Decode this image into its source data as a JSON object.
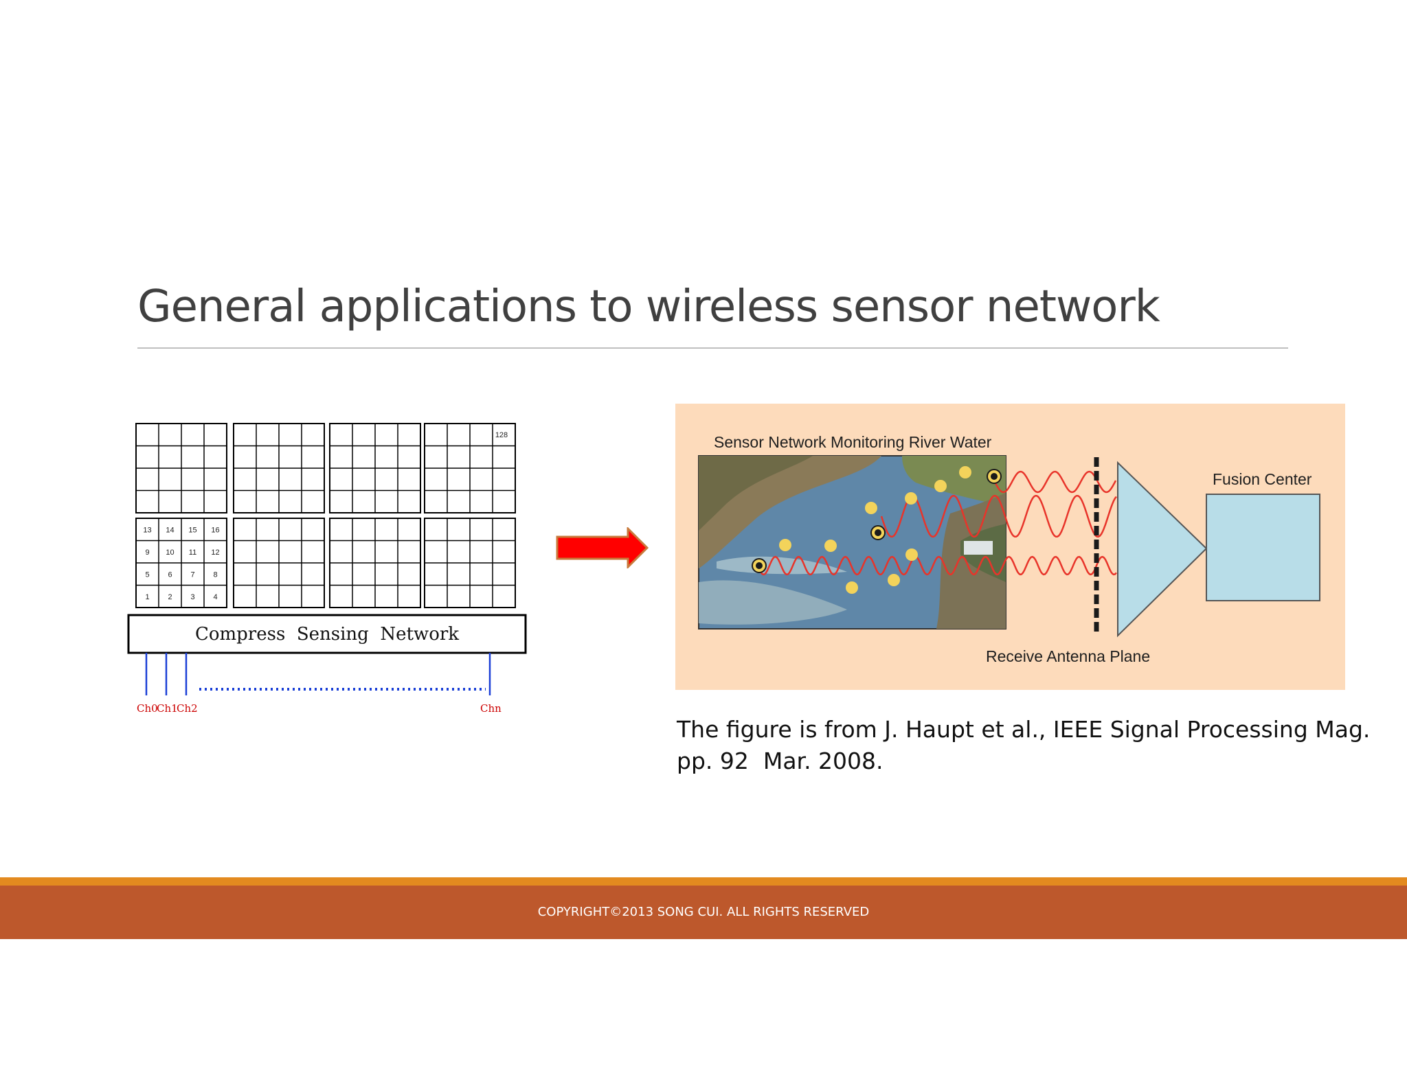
{
  "slide": {
    "title": "General applications to wireless sensor network",
    "caption_line1": "The figure is from J. Haupt et al., IEEE Signal Processing Mag.",
    "caption_line2": "pp. 92  Mar. 2008."
  },
  "left_diagram": {
    "network_label": "Compress  Sensing  Network",
    "top_right_cell": "128",
    "cell_numbers": [
      [
        "13",
        "14",
        "15",
        "16"
      ],
      [
        "9",
        "10",
        "11",
        "12"
      ],
      [
        "5",
        "6",
        "7",
        "8"
      ],
      [
        "1",
        "2",
        "3",
        "4"
      ]
    ],
    "channels": [
      "Ch0",
      "Ch1",
      "Ch2",
      "Chn"
    ],
    "channel_color": "#1a3fd6",
    "channel_label_color": "#cc0000"
  },
  "arrow": {
    "color": "#ff0000",
    "outline": "#c87a3c"
  },
  "figure": {
    "background": "#fddbbb",
    "heading": "Sensor Network Monitoring River Water",
    "fusion_label": "Fusion Center",
    "antenna_label": "Receive Antenna Plane",
    "antenna_color": "#b8dde8",
    "wave_color": "#e8342a",
    "sensor_color": "#f3d35b"
  },
  "footer": {
    "text": "COPYRIGHT©2013 SONG CUI. ALL RIGHTS RESERVED",
    "accent_color": "#e38a1f",
    "band_color": "#bd582c"
  }
}
